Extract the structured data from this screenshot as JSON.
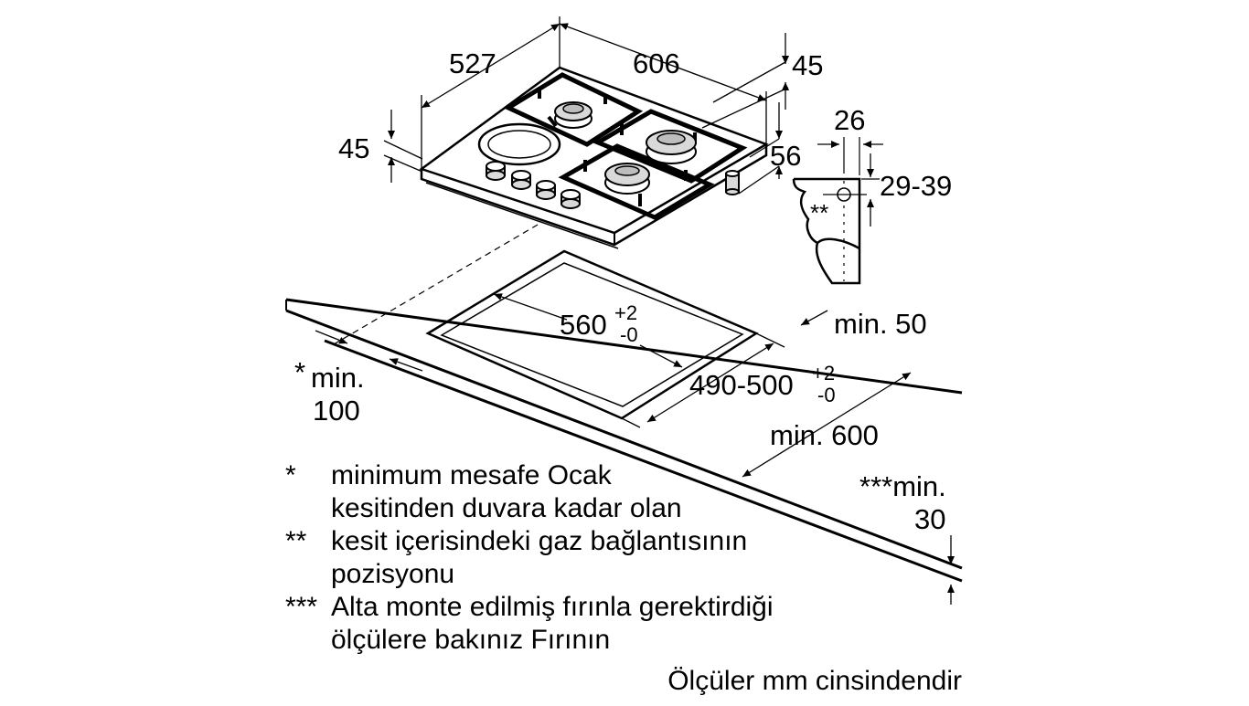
{
  "colors": {
    "line": "#000000",
    "background": "#ffffff",
    "knob": "#d9d9d9"
  },
  "dimensions": {
    "hob_depth": "527",
    "hob_width": "606",
    "hob_top_height": "45",
    "hob_left_height": "45",
    "hob_right_offset": "56",
    "connector_offset": "26",
    "connector_height": "29-39",
    "gas_position_mark": "**",
    "cutout_width_base": "560",
    "cutout_width_plus": "+2",
    "cutout_width_minus": "-0",
    "cutout_depth_base": "490-500",
    "cutout_depth_plus": "+2",
    "cutout_depth_minus": "-0",
    "min_back": "min. 50",
    "min_wall_star": "*",
    "min_wall_text": "min.",
    "min_wall_value": "100",
    "min_depth": "min. 600",
    "min_under": "***min.",
    "min_under_value": "30"
  },
  "notes": [
    {
      "marker": "*",
      "lines": [
        "minimum mesafe Ocak",
        "kesitinden duvara kadar olan"
      ]
    },
    {
      "marker": "**",
      "lines": [
        "kesit içerisindeki gaz bağlantısının",
        "pozisyonu"
      ]
    },
    {
      "marker": "***",
      "lines": [
        "Alta monte edilmiş fırınla gerektirdiği",
        "ölçülere bakınız Fırının"
      ]
    }
  ],
  "footer": "Ölçüler mm cinsindendir"
}
